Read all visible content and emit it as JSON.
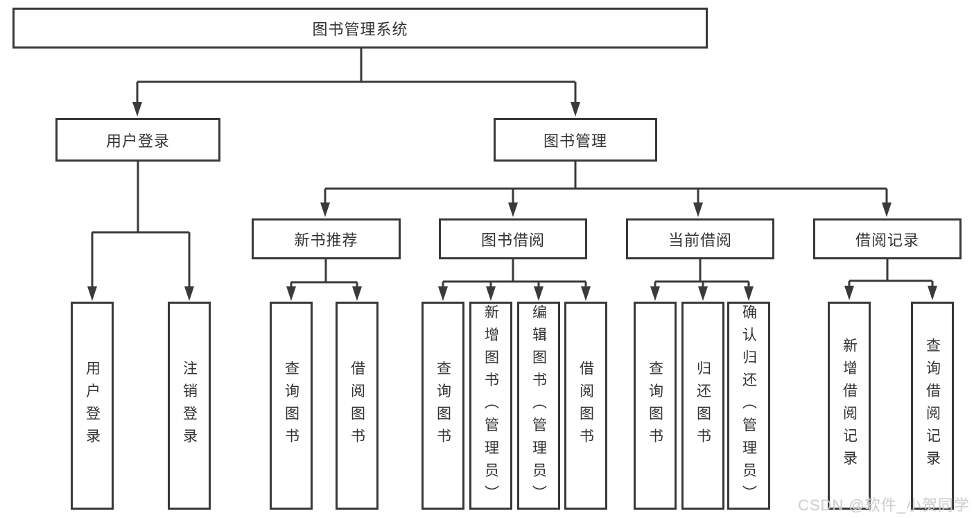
{
  "tree": {
    "root": "图书管理系统",
    "user_login": {
      "label": "用户登录",
      "children": [
        "用户登录",
        "注销登录"
      ]
    },
    "book_management": {
      "label": "图书管理",
      "children": [
        {
          "label": "新书推荐",
          "children": [
            "查询图书",
            "借阅图书"
          ]
        },
        {
          "label": "图书借阅",
          "children": [
            "查询图书",
            "新增图书（管理员）",
            "编辑图书（管理员）",
            "借阅图书"
          ]
        },
        {
          "label": "当前借阅",
          "children": [
            "查询图书",
            "归还图书",
            "确认归还（管理员）"
          ]
        },
        {
          "label": "借阅记录",
          "children": [
            "新增借阅记录",
            "查询借阅记录"
          ]
        }
      ]
    }
  },
  "watermark": "CSDN @软件_小贺同学",
  "colors": {
    "line": "#3a3a3a",
    "border": "#383838",
    "text": "#333333",
    "background": "#ffffff",
    "watermark": "#d0d0d0"
  }
}
